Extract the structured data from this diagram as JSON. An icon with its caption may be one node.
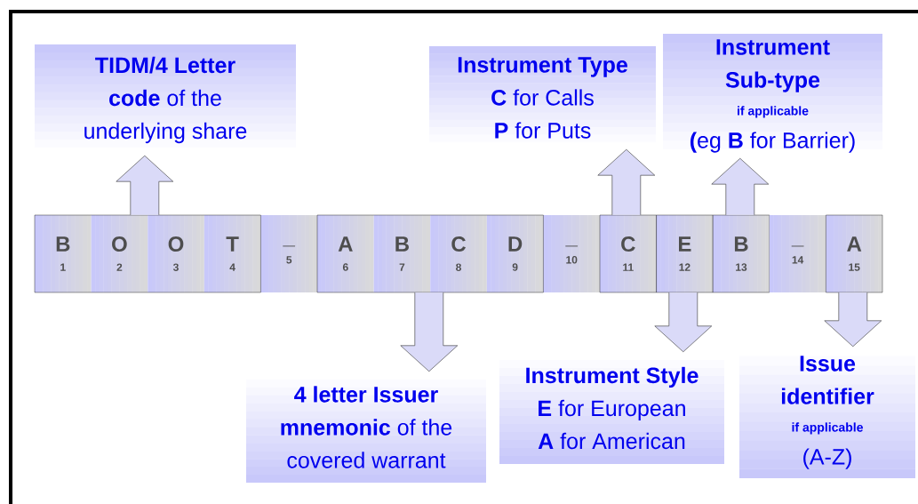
{
  "diagram": {
    "nodes": [
      {
        "text": [
          "**TIDM/4 Letter code** of the underlying share"
        ]
      },
      {
        "text": [
          "Instrument Type",
          "**C** for Calls",
          "**P** for Puts"
        ]
      },
      {
        "text": [
          "Instrument Sub-type",
          "if applicable",
          "**(**eg **B** for Barrier)"
        ]
      },
      {
        "text": [],
        "shape": "box"
      },
      {
        "text": [
          "B",
          "1"
        ],
        "in": 3
      },
      {
        "text": [
          "O",
          "2"
        ],
        "in": 3
      },
      {
        "text": [
          "O",
          "3"
        ],
        "in": 3
      },
      {
        "text": [
          "T",
          "4"
        ],
        "in": 3
      },
      {
        "text": [
          "_",
          "5"
        ]
      },
      {
        "text": [],
        "shape": "box"
      },
      {
        "text": [
          "A",
          "6"
        ],
        "in": 9
      },
      {
        "text": [
          "B",
          "7"
        ],
        "in": 9
      },
      {
        "text": [
          "C",
          "8"
        ],
        "in": 9
      },
      {
        "text": [
          "D",
          "9"
        ],
        "in": 9
      },
      {
        "text": [
          "_",
          "10"
        ]
      },
      {
        "text": [
          "C",
          "11"
        ]
      },
      {
        "text": [
          "E",
          "12"
        ]
      },
      {
        "text": [
          "B",
          "13"
        ]
      },
      {
        "text": [
          "_",
          "14"
        ]
      },
      {
        "text": [
          "A",
          "15"
        ]
      },
      {
        "text": [
          "**4 letter Issuer mnemonic** of the covered warrant"
        ]
      },
      {
        "text": [
          "Instrument Style",
          "**E** for European",
          "**A** for American"
        ]
      },
      {
        "text": [
          "Issue identifier",
          "if applicable",
          "(A-Z)"
        ]
      }
    ],
    "edges": [
      {
        "from": 3,
        "to": 0,
        "arrow": "to"
      },
      {
        "from": 15,
        "to": 1,
        "arrow": "to"
      },
      {
        "from": 17,
        "to": 2,
        "arrow": "to"
      },
      {
        "from": 9,
        "to": 20,
        "arrow": "to"
      },
      {
        "from": 16,
        "to": 21,
        "arrow": "to"
      },
      {
        "from": 19,
        "to": 22,
        "arrow": "to"
      }
    ]
  }
}
